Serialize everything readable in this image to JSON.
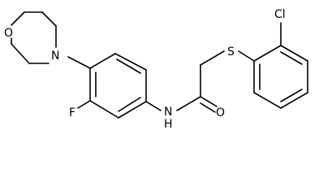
{
  "molecule": {
    "atoms": {
      "oxygen_morpholine": "O",
      "nitrogen_morpholine": "N",
      "fluorine": "F",
      "amide_nh": "N",
      "amide_h": "H",
      "carbonyl_oxygen": "O",
      "sulfur": "S",
      "chlorine": "Cl"
    }
  }
}
